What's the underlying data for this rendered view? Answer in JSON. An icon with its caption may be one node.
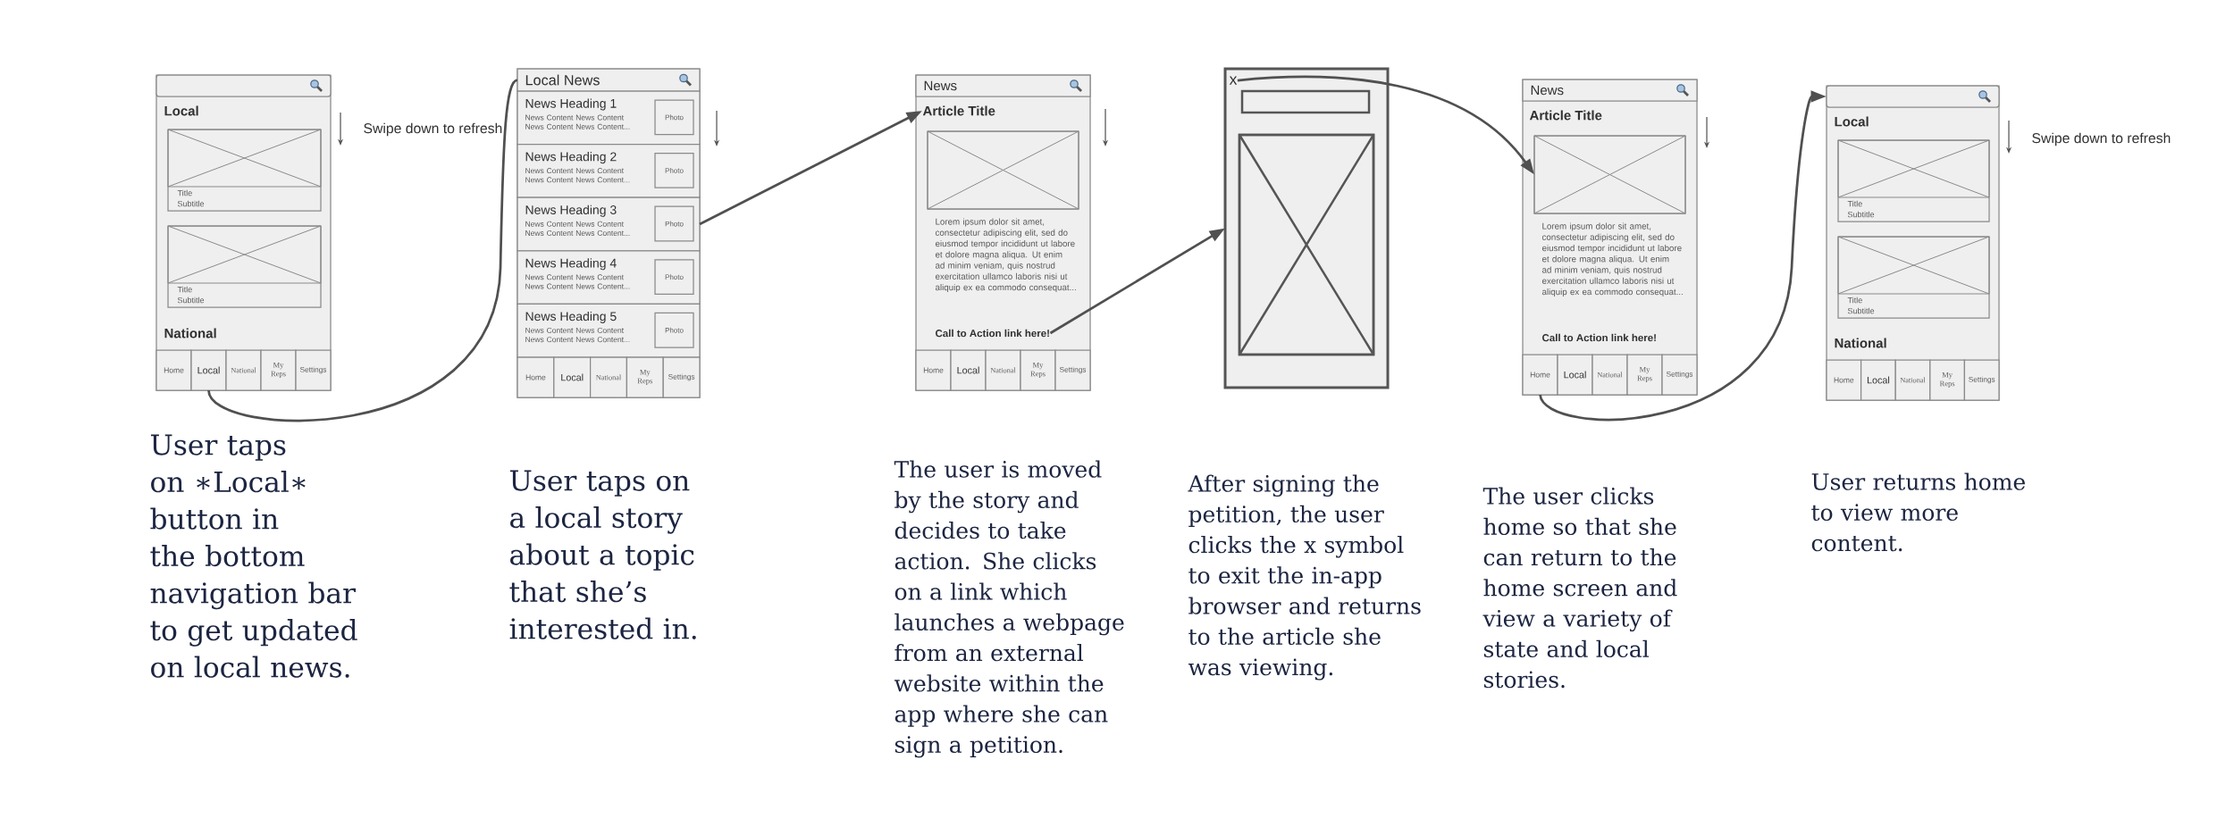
{
  "diagram": {
    "nodes": [
      {
        "text": [
          "Local",
          "National"
        ]
      },
      {
        "text": [],
        "shape": "bar",
        "in": 0
      },
      {
        "text": [
          "Title",
          "Subtitle"
        ],
        "in": 0
      },
      {
        "text": [
          "Title",
          "Subtitle"
        ],
        "in": 0
      },
      {
        "text": [
          "Home"
        ],
        "in": 0
      },
      {
        "text": [
          "Local"
        ],
        "in": 0
      },
      {
        "text": [
          "National"
        ],
        "in": 0
      },
      {
        "text": [
          "My Reps"
        ],
        "in": 0
      },
      {
        "text": [
          "Settings"
        ],
        "in": 0
      },
      {
        "text": [],
        "shape": "box"
      },
      {
        "text": [
          "Local News"
        ],
        "in": 9
      },
      {
        "text": [
          "News Heading 1",
          "News Content News Content News Content News Content..."
        ],
        "in": 9
      },
      {
        "text": [
          "Photo"
        ],
        "in": 11
      },
      {
        "text": [
          "News Heading 2",
          "News Content News Content News Content News Content..."
        ],
        "in": 9
      },
      {
        "text": [
          "Photo"
        ],
        "in": 13
      },
      {
        "text": [
          "News Heading 3",
          "News Content News Content News Content News Content..."
        ],
        "in": 9
      },
      {
        "text": [
          "Photo"
        ],
        "in": 15
      },
      {
        "text": [
          "News Heading 4",
          "News Content News Content News Content News Content..."
        ],
        "in": 9
      },
      {
        "text": [
          "Photo"
        ],
        "in": 17
      },
      {
        "text": [
          "News Heading 5",
          "News Content News Content News Content News Content..."
        ],
        "in": 9
      },
      {
        "text": [
          "Photo"
        ],
        "in": 19
      },
      {
        "text": [
          "Home"
        ],
        "in": 9
      },
      {
        "text": [
          "Local"
        ],
        "in": 9
      },
      {
        "text": [
          "National"
        ],
        "in": 9
      },
      {
        "text": [
          "My Reps"
        ],
        "in": 9
      },
      {
        "text": [
          "Settings"
        ],
        "in": 9
      },
      {
        "text": [
          "Lorem ipsum dolor sit amet, consectetur adipiscing elit, sed do eiusmod tempor incididunt ut labore et dolore magna aliqua. Ut enim ad minim veniam, quis nostrud exercitation ullamco laboris nisi ut aliquip ex ea commodo consequat..."
        ]
      },
      {
        "text": [
          "News"
        ],
        "in": 26
      },
      {
        "text": [
          "Article Title"
        ],
        "in": 26
      },
      {
        "text": [],
        "shape": "box",
        "in": 26
      },
      {
        "text": [
          "Call to Action link here!"
        ],
        "in": 26
      },
      {
        "text": [
          "Home"
        ],
        "in": 26
      },
      {
        "text": [
          "Local"
        ],
        "in": 26
      },
      {
        "text": [
          "National"
        ],
        "in": 26
      },
      {
        "text": [
          "My Reps"
        ],
        "in": 26
      },
      {
        "text": [
          "Settings"
        ],
        "in": 26
      },
      {
        "text": [],
        "shape": "box"
      },
      {
        "text": [
          "x"
        ],
        "in": 36
      },
      {
        "text": [],
        "shape": "box",
        "in": 36
      },
      {
        "text": [],
        "shape": "box",
        "in": 36
      },
      {
        "text": [
          "Lorem ipsum dolor sit amet, consectetur adipiscing elit, sed do eiusmod tempor incididunt ut labore et dolore magna aliqua. Ut enim ad minim veniam, quis nostrud exercitation ullamco laboris nisi ut aliquip ex ea commodo consequat..."
        ]
      },
      {
        "text": [
          "News"
        ],
        "in": 40
      },
      {
        "text": [
          "Article Title"
        ],
        "in": 40
      },
      {
        "text": [],
        "shape": "box",
        "in": 40
      },
      {
        "text": [
          "Call to Action link here!"
        ],
        "in": 40
      },
      {
        "text": [
          "Home"
        ],
        "in": 40
      },
      {
        "text": [
          "Local"
        ],
        "in": 40
      },
      {
        "text": [
          "National"
        ],
        "in": 40
      },
      {
        "text": [
          "My Reps"
        ],
        "in": 40
      },
      {
        "text": [
          "Settings"
        ],
        "in": 40
      },
      {
        "text": [
          "Local",
          "National"
        ]
      },
      {
        "text": [],
        "shape": "bar",
        "in": 50
      },
      {
        "text": [
          "Title",
          "Subtitle"
        ],
        "in": 50
      },
      {
        "text": [
          "Title",
          "Subtitle"
        ],
        "in": 50
      },
      {
        "text": [
          "Home"
        ],
        "in": 50
      },
      {
        "text": [
          "Local"
        ],
        "in": 50
      },
      {
        "text": [
          "National"
        ],
        "in": 50
      },
      {
        "text": [
          "My Reps"
        ],
        "in": 50
      },
      {
        "text": [
          "Settings"
        ],
        "in": 50
      }
    ],
    "edges": [
      {
        "from": 5,
        "to": 10,
        "arrow": "none"
      },
      {
        "from": 15,
        "to": 28,
        "arrow": "to"
      },
      {
        "from": 30,
        "to": 36,
        "arrow": "to"
      },
      {
        "from": 37,
        "to": 43,
        "arrow": "to"
      },
      {
        "from": 45,
        "to": 51,
        "arrow": "to"
      }
    ],
    "labels": [
      "Swipe down to refresh",
      "Swipe down to refresh",
      "User taps on ∗Local∗ button in the bottom navigation bar to get updated on local news.",
      "User taps on a local story about a topic that she’s interested in.",
      "The user is moved by the story and decides to take action. She clicks on a link which launches a webpage from an external website within the app where she can sign a petition.",
      "After signing the petition, the user clicks the x symbol to exit the in-app browser and returns to the article she was viewing.",
      "The user clicks home so that she can return to the home screen and view a variety of state and local stories.",
      "User returns home to view more content."
    ]
  }
}
